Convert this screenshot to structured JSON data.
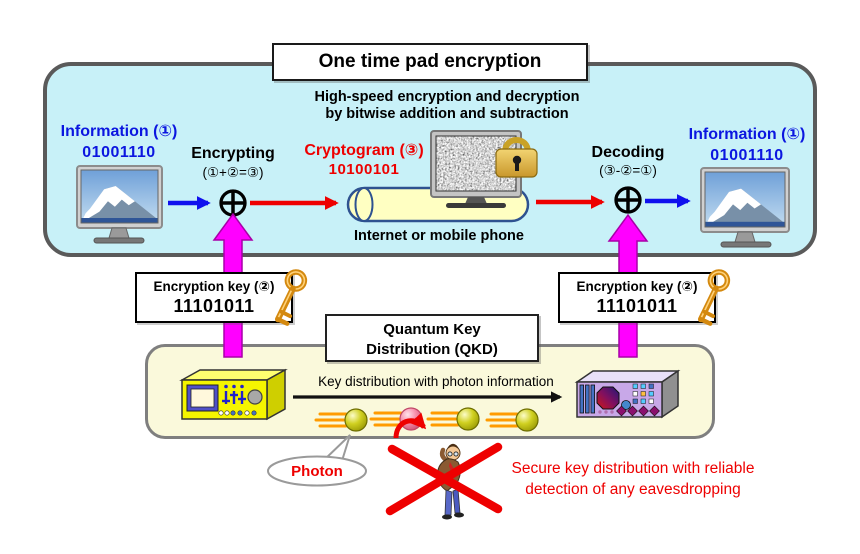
{
  "otp": {
    "title": "One time pad encryption",
    "subtitle_line1": "High-speed encryption and decryption",
    "subtitle_line2": "by bitwise addition and subtraction",
    "info_left": {
      "label": "Information (①)",
      "value": "01001110"
    },
    "encrypting": {
      "label": "Encrypting",
      "formula": "(①+②=③)"
    },
    "cryptogram": {
      "label": "Cryptogram (③)",
      "value": "10100101"
    },
    "decoding": {
      "label": "Decoding",
      "formula": "(③-②=①)"
    },
    "info_right": {
      "label": "Information (①)",
      "value": "01001110"
    },
    "channel_label": "Internet or mobile phone"
  },
  "keys": {
    "left": {
      "label": "Encryption key (②)",
      "value": "11101011"
    },
    "right": {
      "label": "Encryption key (②)",
      "value": "11101011"
    }
  },
  "qkd": {
    "title_line1": "Quantum Key",
    "title_line2": "Distribution (QKD)",
    "distribution_label": "Key distribution with photon information",
    "photon_label": "Photon",
    "security_line1": "Secure key distribution with reliable",
    "security_line2": "detection of any eavesdropping"
  },
  "icons": {
    "xor_symbol": "⊕",
    "key": "gold-key",
    "padlock": "gold-padlock",
    "photon": "photon-particle",
    "eavesdropper": "crossed-out-person"
  },
  "colors": {
    "otp_panel": "#C8F1F8",
    "qkd_panel": "#FAF9DB",
    "panel_border": "#5A5A5A",
    "magenta_arrow": "#FF00FF",
    "info_blue": "#0B16E0",
    "crypto_red": "#EE0000",
    "cylinder_fill": "#FFFFC2",
    "cylinder_border": "#2E5290",
    "photon_yellow": "#D0D020",
    "photon_pink": "#F78CA8",
    "streak_orange": "#FF9B00",
    "gold": "#E8B84B"
  }
}
